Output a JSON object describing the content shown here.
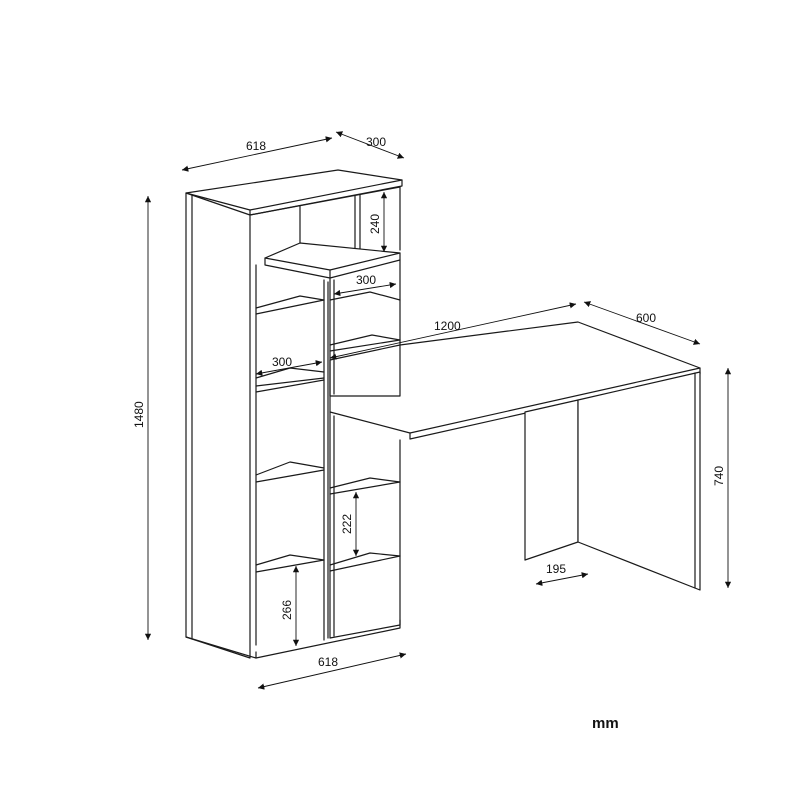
{
  "dimensions": {
    "top_width": "618",
    "top_depth": "300",
    "upper_shelf_height": "240",
    "upper_shelf_width": "300",
    "desk_length": "1200",
    "desk_depth": "600",
    "middle_shelf_width": "300",
    "total_height": "1480",
    "desk_height": "740",
    "lower_shelf_height": "222",
    "desk_leg_width": "195",
    "bottom_shelf_height": "266",
    "base_width": "618"
  },
  "unit_label": "mm"
}
